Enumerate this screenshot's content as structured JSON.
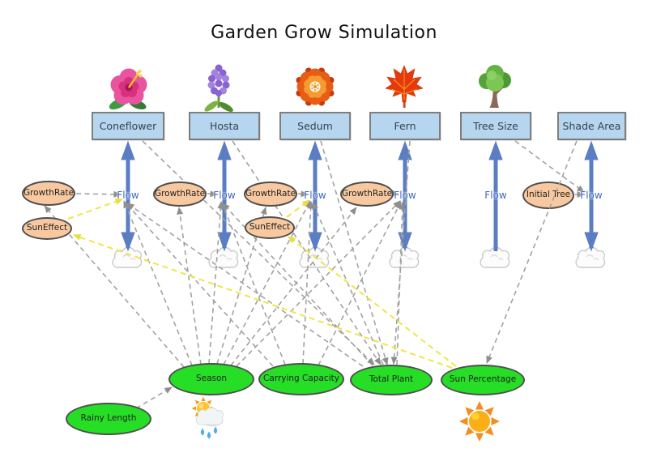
{
  "title": "Garden Grow Simulation",
  "stocks": [
    {
      "label": "Coneflower",
      "icon": "hibiscus-flower-icon"
    },
    {
      "label": "Hosta",
      "icon": "hyacinth-flower-icon"
    },
    {
      "label": "Sedum",
      "icon": "rosette-flower-icon"
    },
    {
      "label": "Fern",
      "icon": "maple-leaf-icon"
    },
    {
      "label": "Tree Size",
      "icon": "tree-icon"
    },
    {
      "label": "Shade Area"
    }
  ],
  "flow_label": "Flow",
  "variables": {
    "growth_rate": "GrowthRate",
    "sun_effect": "SunEffect",
    "initial_tree": "Initial Tree"
  },
  "auxiliaries": {
    "season": "Season",
    "carrying_capacity": "Carrying Capacity",
    "total_plant": "Total Plant",
    "sun_percentage": "Sun Percentage",
    "rainy_length": "Rainy Length"
  },
  "decorations": {
    "season_icon": "sun-behind-rain-cloud-icon",
    "sun_percentage_icon": "sun-icon",
    "flow_endpoint_icon": "cloud-icon"
  },
  "colors": {
    "stock_fill": "#B5D6EE",
    "stock_border": "#7E7E7E",
    "flow_blue": "#5B7EC2",
    "flow_label_blue": "#3F6AC4",
    "variable_fill": "#F8C9A0",
    "auxiliary_green": "#26DE26",
    "link_gray": "#A2A2A2",
    "link_yellow": "#EFE644"
  }
}
